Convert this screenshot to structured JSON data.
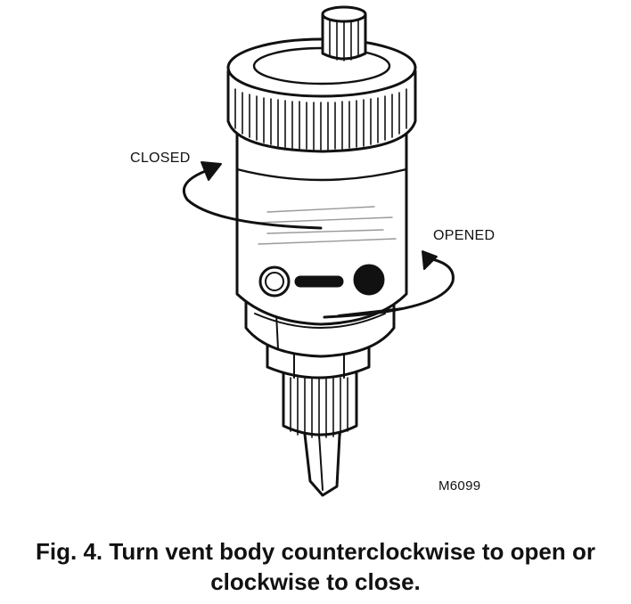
{
  "labels": {
    "closed": "CLOSED",
    "opened": "OPENED",
    "figure_code": "M6099"
  },
  "caption": {
    "line1": "Fig. 4. Turn vent body counterclockwise to open or",
    "line2": "clockwise to close."
  }
}
